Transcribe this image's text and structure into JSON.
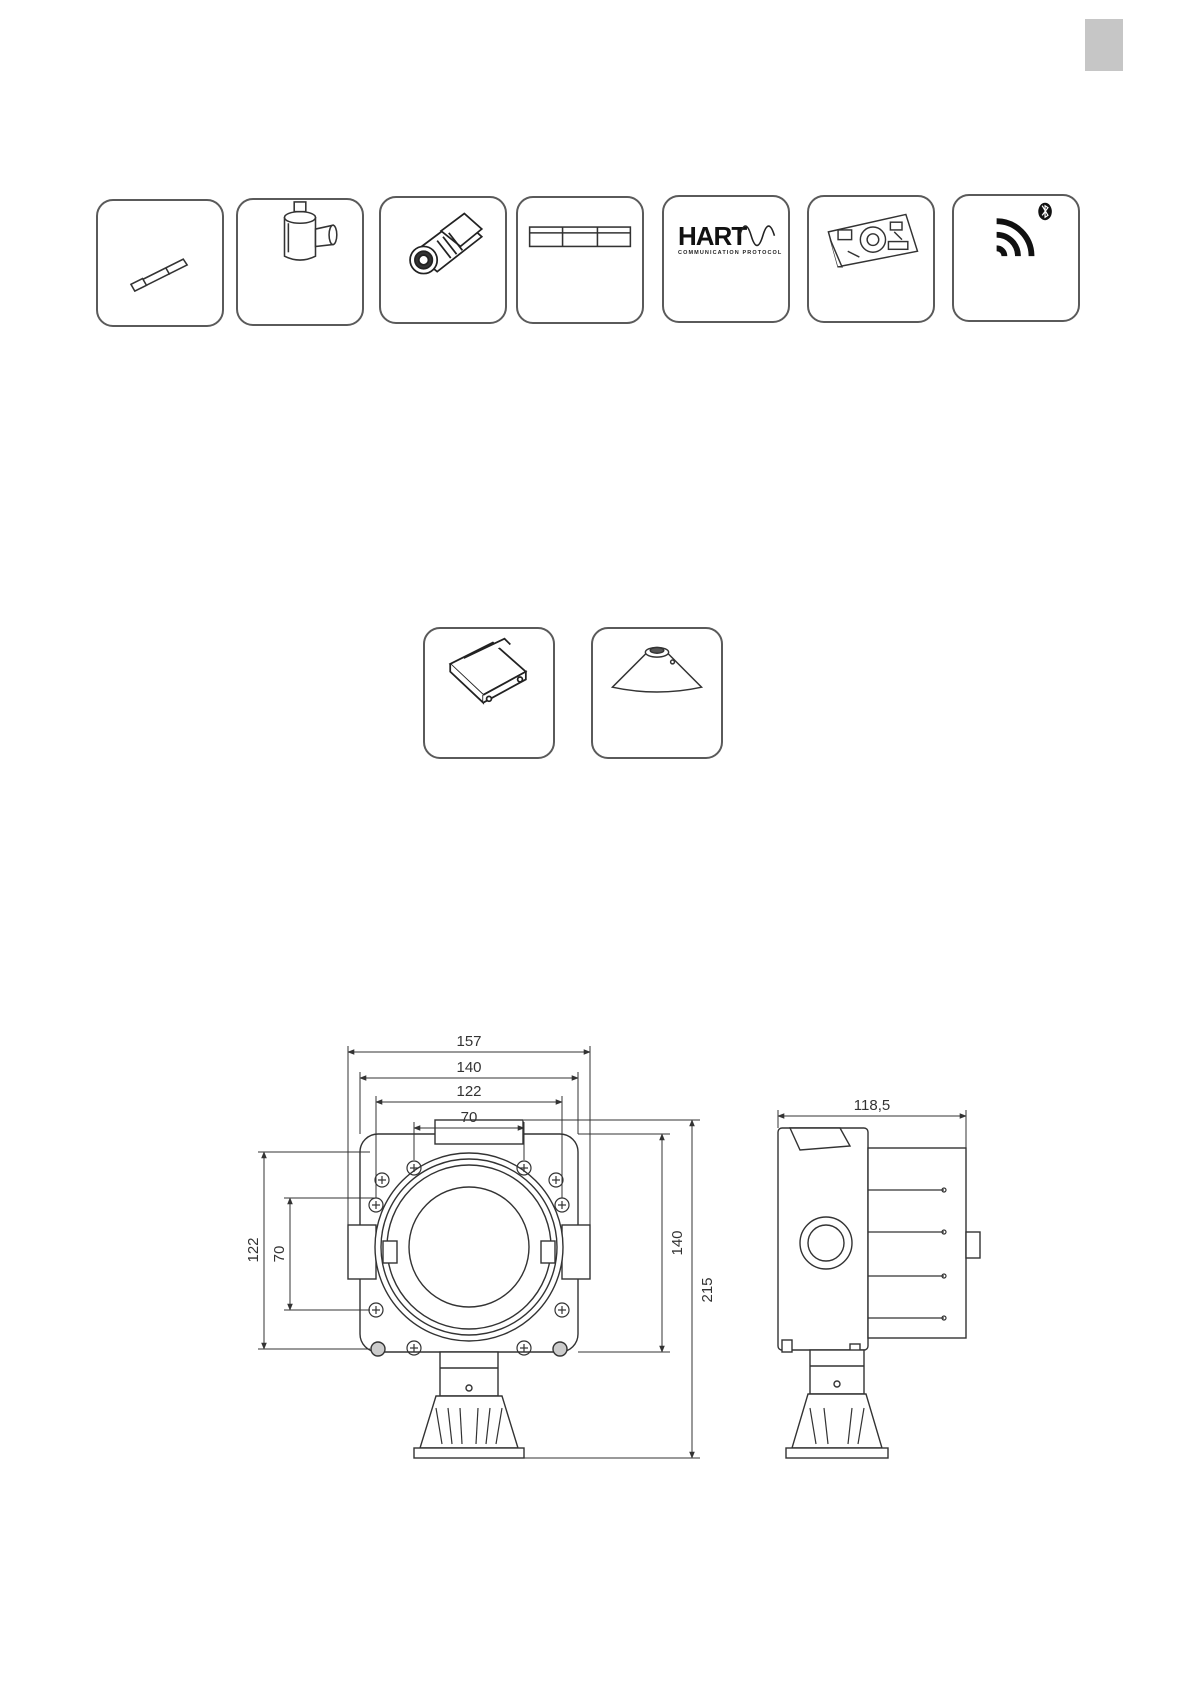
{
  "hart": {
    "logo_text": "HART",
    "logo_subtitle": "COMMUNICATION PROTOCOL"
  },
  "dimensions": {
    "overall_width": "157",
    "mount_width_outer": "140",
    "mount_width_inner": "122",
    "hole_spacing_horizontal": "70",
    "mount_height_outer": "122",
    "hole_spacing_vertical": "70",
    "body_height": "140",
    "overall_height": "215",
    "depth": "118,5"
  }
}
